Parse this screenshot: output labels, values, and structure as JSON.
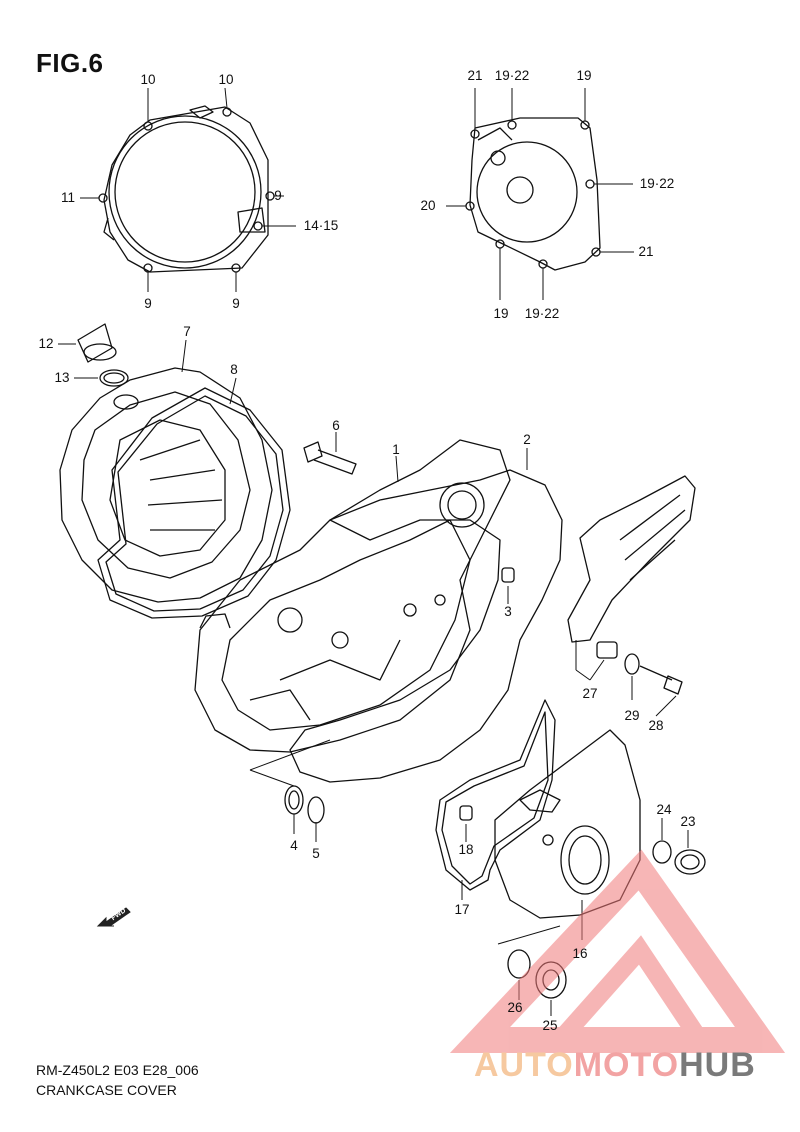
{
  "figure": {
    "title": "FIG.6",
    "model_code": "RM-Z450L2 E03 E28_006",
    "section_name": "CRANKCASE COVER"
  },
  "fwd_label": "FWD",
  "watermark": {
    "part1": "AUTO",
    "part2": "MOTO",
    "part3": "HUB",
    "colors": {
      "auto": "#f6c9a0",
      "moto": "#f2a3a3",
      "hub": "#7a7a7a",
      "triangle": "#f07a7a"
    }
  },
  "callouts": [
    {
      "id": "c10a",
      "label": "10"
    },
    {
      "id": "c10b",
      "label": "10"
    },
    {
      "id": "c11",
      "label": "11"
    },
    {
      "id": "c9a",
      "label": "9"
    },
    {
      "id": "c1415",
      "label": "14·15"
    },
    {
      "id": "c9b",
      "label": "9"
    },
    {
      "id": "c9c",
      "label": "9"
    },
    {
      "id": "c21a",
      "label": "21"
    },
    {
      "id": "c1922a",
      "label": "19·22"
    },
    {
      "id": "c19a",
      "label": "19"
    },
    {
      "id": "c1922b",
      "label": "19·22"
    },
    {
      "id": "c20",
      "label": "20"
    },
    {
      "id": "c21b",
      "label": "21"
    },
    {
      "id": "c19b",
      "label": "19"
    },
    {
      "id": "c1922c",
      "label": "19·22"
    },
    {
      "id": "c12",
      "label": "12"
    },
    {
      "id": "c7",
      "label": "7"
    },
    {
      "id": "c13",
      "label": "13"
    },
    {
      "id": "c8",
      "label": "8"
    },
    {
      "id": "c6",
      "label": "6"
    },
    {
      "id": "c1",
      "label": "1"
    },
    {
      "id": "c2",
      "label": "2"
    },
    {
      "id": "c3",
      "label": "3"
    },
    {
      "id": "c27",
      "label": "27"
    },
    {
      "id": "c29",
      "label": "29"
    },
    {
      "id": "c28",
      "label": "28"
    },
    {
      "id": "c4",
      "label": "4"
    },
    {
      "id": "c5",
      "label": "5"
    },
    {
      "id": "c24",
      "label": "24"
    },
    {
      "id": "c23",
      "label": "23"
    },
    {
      "id": "c18",
      "label": "18"
    },
    {
      "id": "c17",
      "label": "17"
    },
    {
      "id": "c16",
      "label": "16"
    },
    {
      "id": "c26",
      "label": "26"
    },
    {
      "id": "c25",
      "label": "25"
    }
  ]
}
